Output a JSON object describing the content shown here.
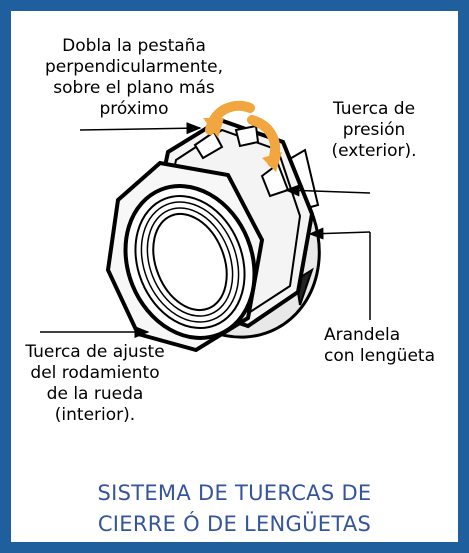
{
  "labels": {
    "fold_tab": [
      "Dobla la pestaña",
      "perpendicularmente,",
      "sobre el plano más",
      "próximo"
    ],
    "lock_nut": [
      "Tuerca de",
      "presión",
      "(exterior)."
    ],
    "tab_washer": [
      "Arandela",
      "con lengüeta"
    ],
    "adjust_nut": [
      "Tuerca de ajuste",
      "del rodamiento",
      "de la rueda",
      "(interior)."
    ]
  },
  "caption": [
    "SISTEMA DE TUERCAS DE",
    "CIERRE Ó DE LENGÜETAS"
  ],
  "colors": {
    "frame": "#1f5f9e",
    "caption": "#34549d",
    "arrow": "#f2a640"
  }
}
